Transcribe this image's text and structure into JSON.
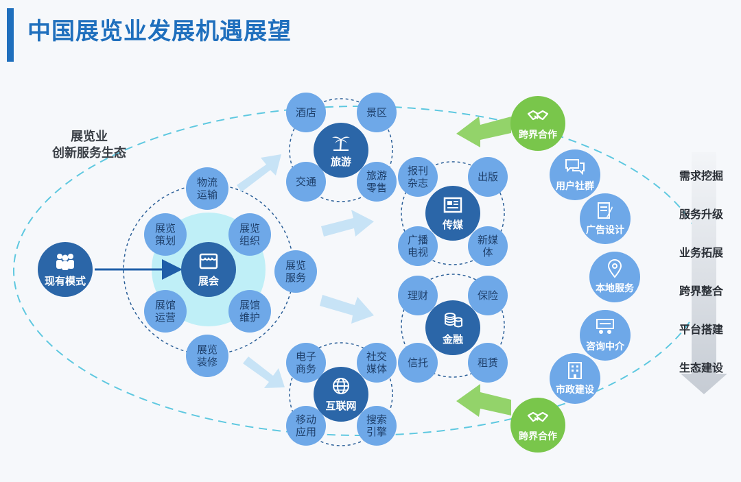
{
  "title": "中国展览业发展机遇展望",
  "ecosystem_label": "展览业\n创新服务生态",
  "current_mode": {
    "label": "现有模式"
  },
  "exhibition": {
    "center": "展会",
    "items": [
      "物流\n运输",
      "展览\n组织",
      "展览\n服务",
      "展馆\n维护",
      "展览\n装修",
      "展馆\n运营",
      "展览\n策划"
    ]
  },
  "tourism": {
    "center": "旅游",
    "items": [
      "酒店",
      "景区",
      "旅游\n零售",
      "交通"
    ]
  },
  "media": {
    "center": "传媒",
    "items": [
      "报刊\n杂志",
      "出版",
      "新媒\n体",
      "广播\n电视"
    ]
  },
  "finance": {
    "center": "金融",
    "items": [
      "理财",
      "保险",
      "租赁",
      "信托"
    ]
  },
  "internet": {
    "center": "互联网",
    "items": [
      "电子\n商务",
      "社交\n媒体",
      "搜索\n引擎",
      "移动\n应用"
    ]
  },
  "cross_border": "跨界合作",
  "services": [
    "用户社群",
    "广告设计",
    "本地服务",
    "咨询中介",
    "市政建设"
  ],
  "steps": [
    "需求挖掘",
    "服务升级",
    "业务拓展",
    "跨界整合",
    "平台搭建",
    "生态建设"
  ],
  "colors": {
    "accent": "#1f6fbd",
    "hub": "#2b66a8",
    "satellite": "#6ea8e8",
    "green": "#79c64b",
    "dashed": "#5ec8e0"
  },
  "icons": {
    "current_mode": "people-group-icon",
    "exhibition": "storefront-icon",
    "tourism": "palm-tree-icon",
    "media": "newspaper-icon",
    "finance": "coin-stack-icon",
    "internet": "globe-icon",
    "cross_border": "handshake-icon",
    "services": [
      "chat-bubbles-icon",
      "document-pen-icon",
      "location-pin-icon",
      "consulting-icon",
      "building-icon"
    ]
  }
}
